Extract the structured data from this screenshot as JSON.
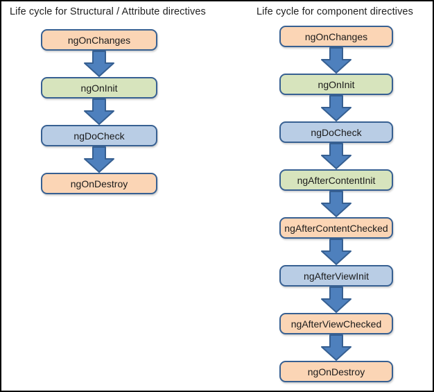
{
  "canvas": {
    "background": "#ffffff",
    "border_color": "#000000"
  },
  "colors": {
    "peach": "#fbd5b5",
    "green": "#d7e4bd",
    "blue": "#b9cde5",
    "box_border": "#376092",
    "arrow_fill": "#4e80bd",
    "arrow_border": "#365f91",
    "title_text": "#1f1f1f",
    "label_text": "#1a1a1a"
  },
  "diagrams": [
    {
      "title": "Life cycle for Structural / Attribute directives",
      "nodes": [
        {
          "label": "ngOnChanges",
          "color": "peach"
        },
        {
          "label": "ngOnInit",
          "color": "green"
        },
        {
          "label": "ngDoCheck",
          "color": "blue"
        },
        {
          "label": "ngOnDestroy",
          "color": "peach"
        }
      ]
    },
    {
      "title": "Life cycle for component directives",
      "nodes": [
        {
          "label": "ngOnChanges",
          "color": "peach"
        },
        {
          "label": "ngOnInit",
          "color": "green"
        },
        {
          "label": "ngDoCheck",
          "color": "blue"
        },
        {
          "label": "ngAfterContentInit",
          "color": "green"
        },
        {
          "label": "ngAfterContentChecked",
          "color": "peach"
        },
        {
          "label": "ngAfterViewInit",
          "color": "blue"
        },
        {
          "label": "ngAfterViewChecked",
          "color": "peach"
        },
        {
          "label": "ngOnDestroy",
          "color": "peach"
        }
      ]
    }
  ]
}
